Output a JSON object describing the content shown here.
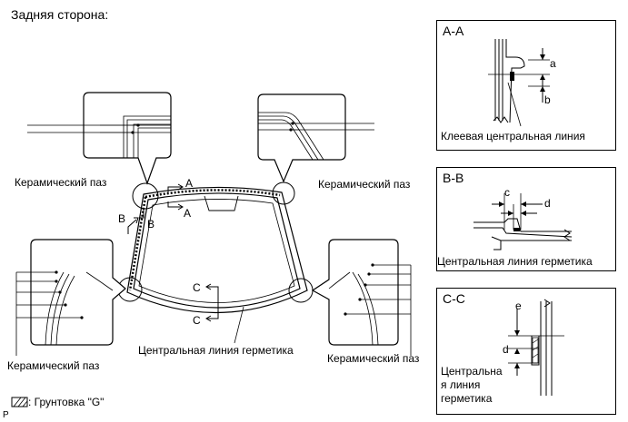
{
  "header": {
    "title": "Задняя сторона:"
  },
  "labels": {
    "groove_tl": "Керамический паз",
    "groove_tr": "Керамический паз",
    "groove_bl": "Керамический паз",
    "groove_br": "Керамический паз",
    "sealant_center": "Центральная линия герметика"
  },
  "section_marks": {
    "a1": "A",
    "a2": "A",
    "b1": "B",
    "b2": "B",
    "c1": "C",
    "c2": "C"
  },
  "panels": {
    "aa": {
      "title": "A-A",
      "dim_a": "a",
      "dim_b": "b",
      "caption": "Клеевая центральная линия"
    },
    "bb": {
      "title": "B-B",
      "dim_c": "c",
      "dim_d": "d",
      "caption": "Центральная линия герметика"
    },
    "cc": {
      "title": "C-C",
      "dim_e": "e",
      "dim_d": "d",
      "caption_1": "Центральна",
      "caption_2": "я линия",
      "caption_3": "герметика"
    }
  },
  "legend": {
    "text": ": Грунтовка \"G\""
  },
  "footer": {
    "mark": "P"
  }
}
